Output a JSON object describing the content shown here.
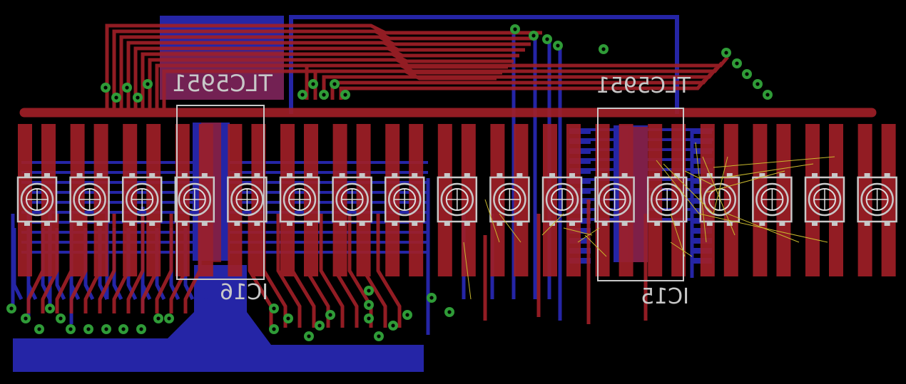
{
  "board": {
    "ic_top_labels": [
      {
        "id": "ic16",
        "name": "TLC5951",
        "ref": "IC16"
      },
      {
        "id": "ic15",
        "name": "TLC5951",
        "ref": "IC15"
      }
    ],
    "led_count": 17,
    "layers": {
      "top_color": "#a01f27",
      "bottom_color": "#2525a6",
      "via_color": "#2f9b37",
      "silk_color": "#c8c8c8",
      "airwire_color": "#c9b92e"
    }
  }
}
